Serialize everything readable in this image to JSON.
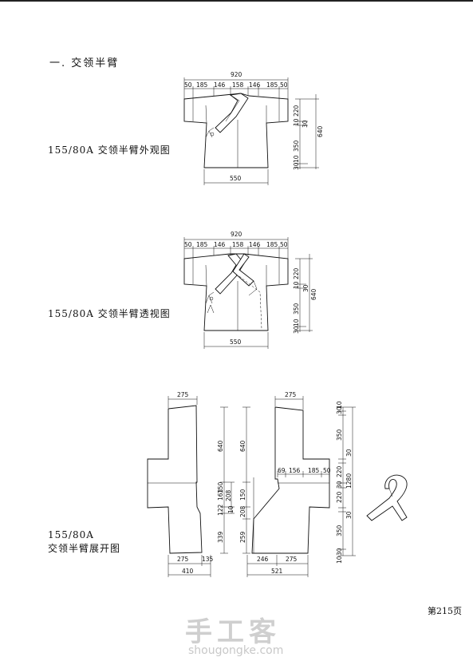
{
  "section_title": "一. 交领半臂",
  "captions": {
    "exterior": "155/80A 交领半臂外观图",
    "perspective": "155/80A 交领半臂透视图",
    "pattern_line1": "155/80A",
    "pattern_line2": "交领半臂展开图"
  },
  "dims_top": {
    "total_width": "920",
    "segments": [
      "50",
      "185",
      "146",
      "158",
      "146",
      "185",
      "50"
    ],
    "right": [
      "220",
      "30",
      "10",
      "640",
      "350",
      "30",
      "10"
    ],
    "hem": "550"
  },
  "dims_mid": {
    "total_width": "920",
    "segments": [
      "50",
      "185",
      "146",
      "158",
      "146",
      "185",
      "50"
    ],
    "right": [
      "220",
      "30",
      "10",
      "640",
      "350",
      "30",
      "10"
    ],
    "hem": "550"
  },
  "dims_pattern_left": {
    "top": "275",
    "vertical": [
      "640",
      "163",
      "150",
      "122",
      "10",
      "208",
      "339"
    ],
    "bottom": [
      "275",
      "135"
    ],
    "bottom_total": "410"
  },
  "dims_pattern_right": {
    "top": "275",
    "segments": [
      "69",
      "156",
      "185",
      "50"
    ],
    "vertical_left": [
      "640",
      "150",
      "208",
      "259"
    ],
    "vertical_right": [
      "30",
      "10",
      "350",
      "30",
      "220",
      "1280",
      "30",
      "220",
      "30",
      "350",
      "30",
      "10"
    ],
    "bottom": [
      "246",
      "275"
    ],
    "bottom_total": "521"
  },
  "page_number": "第215页",
  "watermark": {
    "logo": "手工客",
    "url": "shougongke.com"
  }
}
